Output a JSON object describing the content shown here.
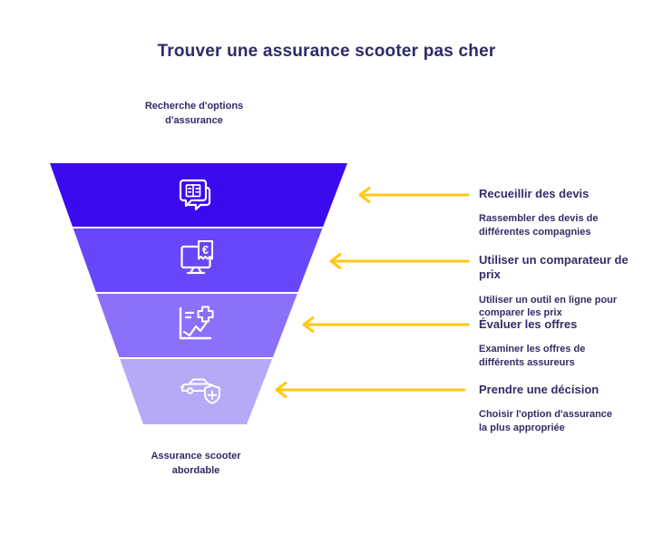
{
  "title": "Trouver une assurance scooter pas cher",
  "funnel": {
    "top_label": "Recherche d'options d'assurance",
    "bottom_label": "Assurance scooter abordable",
    "stages": [
      {
        "name": "Recueillir des devis",
        "description": "Rassembler des devis de différentes compagnies",
        "color": "#3c0aee",
        "icon": "speech-bubbles-quotes-icon"
      },
      {
        "name": "Utiliser un comparateur de prix",
        "description": "Utiliser un outil en ligne pour comparer les prix",
        "color": "#6847fa",
        "icon": "monitor-euro-receipt-icon",
        "icon_glyph": "€"
      },
      {
        "name": "Évaluer les offres",
        "description": "Examiner les offres de différents assureurs",
        "color": "#8c70f9",
        "icon": "chart-plus-icon"
      },
      {
        "name": "Prendre une décision",
        "description": "Choisir l'option d'assurance la plus appropriée",
        "color": "#b6a9f8",
        "icon": "car-shield-plus-icon"
      }
    ]
  },
  "colors": {
    "arrow": "#ffc913",
    "heading_text": "#2f2a67",
    "body_text": "#332c66",
    "icon_stroke": "#ffffff",
    "background": "#ffffff"
  }
}
